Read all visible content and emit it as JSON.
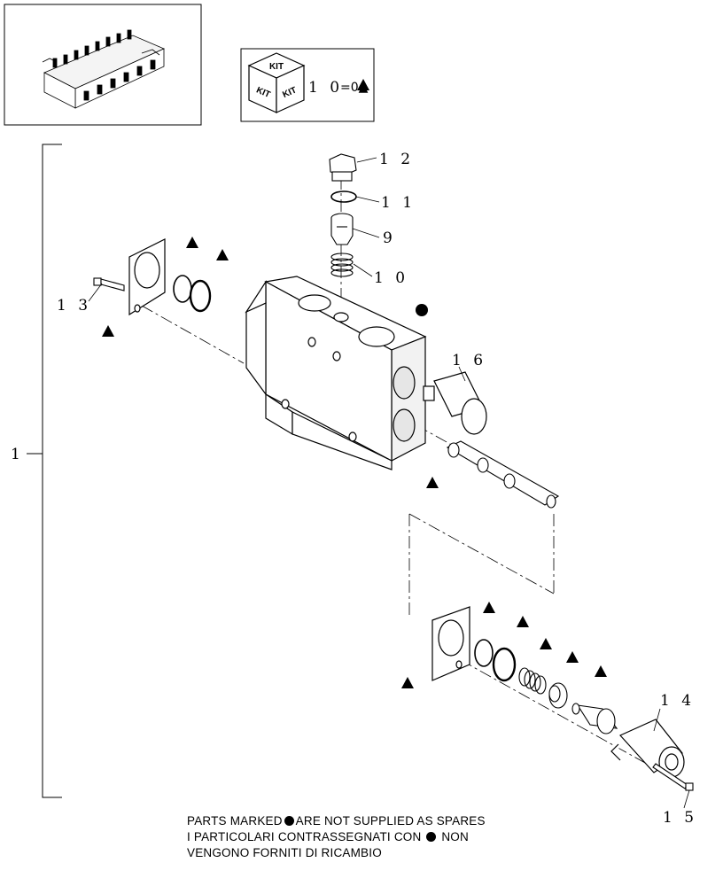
{
  "kit_box": {
    "cube_label": "KIT",
    "legend_ref": "1 0",
    "legend_symbols": "=0▲"
  },
  "callouts": {
    "c1": "1",
    "c9": "9",
    "c10": "1 0",
    "c11": "1 1",
    "c12": "1 2",
    "c13": "1 3",
    "c14": "1 4",
    "c15": "1 5",
    "c16": "1 6"
  },
  "notes": {
    "line1_before": "PARTS MARKED",
    "line1_after": "ARE NOT SUPPLIED AS SPARES",
    "line2_before": "I PARTICOLARI  CONTRASSEGNATI  CON",
    "line2_after": "NON",
    "line3": "VENGONO FORNITI DI RICAMBIO"
  },
  "symbols": {
    "kit_marker": "triangle",
    "not_supplied_marker": "filled-circle"
  }
}
